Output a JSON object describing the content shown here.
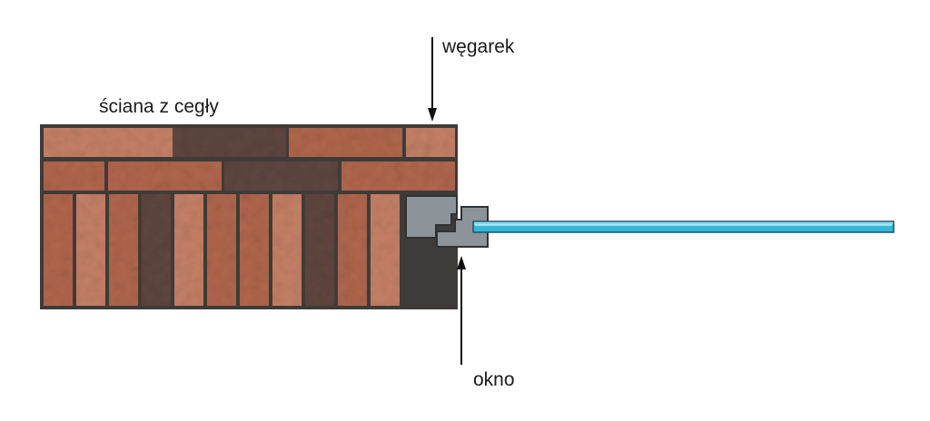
{
  "labels": {
    "wall": "ściana z cegły",
    "reveal": "węgarek",
    "window": "okno"
  },
  "colors": {
    "mortar": "#3f3b39",
    "brick_base": "#b0674c",
    "brick_light": "#c58066",
    "brick_dark": "#5f4640",
    "frame_fill": "#8c9499",
    "frame_stroke": "#2f3235",
    "glass_fill": "#34b7d9",
    "glass_stroke": "#1f5466",
    "glass_highlight": "#bfefff",
    "arrow": "#111111"
  }
}
